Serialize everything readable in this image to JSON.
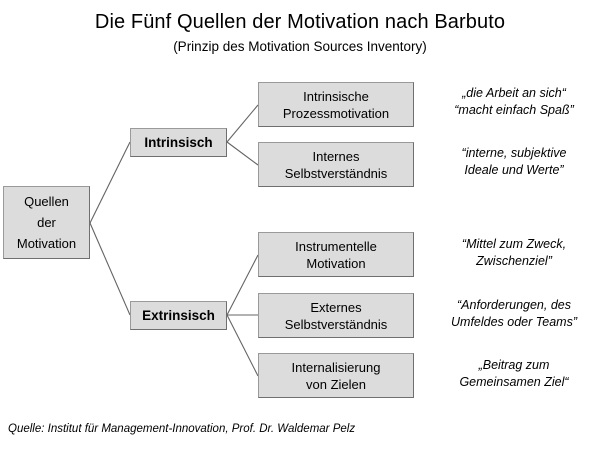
{
  "header": {
    "title": "Die Fünf Quellen der Motivation nach Barbuto",
    "subtitle": "(Prinzip des Motivation Sources Inventory)"
  },
  "diagram": {
    "root": {
      "label": "Quellen der Motivation",
      "line1": "Quellen",
      "line2": "der",
      "line3": "Motivation"
    },
    "branches": [
      {
        "label": "Intrinsisch"
      },
      {
        "label": "Extrinsisch"
      }
    ],
    "leaves": [
      {
        "line1": "Intrinsische",
        "line2": "Prozessmotivation",
        "branch": "Intrinsisch"
      },
      {
        "line1": "Internes",
        "line2": "Selbstverständnis",
        "branch": "Intrinsisch"
      },
      {
        "line1": "Instrumentelle",
        "line2": "Motivation",
        "branch": "Extrinsisch"
      },
      {
        "line1": "Externes",
        "line2": "Selbstverständnis",
        "branch": "Extrinsisch"
      },
      {
        "line1": "Internalisierung",
        "line2": "von Zielen",
        "branch": "Extrinsisch"
      }
    ],
    "notes": [
      {
        "line1": "„die Arbeit an sich“",
        "line2": "“macht einfach Spaß”"
      },
      {
        "line1": "“interne, subjektive",
        "line2": "Ideale und Werte”"
      },
      {
        "line1": "“Mittel zum Zweck,",
        "line2": "Zwischenziel”"
      },
      {
        "line1": "“Anforderungen, des",
        "line2": "Umfeldes oder Teams”"
      },
      {
        "line1": "„Beitrag zum",
        "line2": "Gemeinsamen Ziel“"
      }
    ]
  },
  "footer": {
    "source": "Quelle: Institut für Management-Innovation, Prof. Dr. Waldemar Pelz"
  },
  "colors": {
    "box_fill": "#dcdcdc",
    "box_border": "#9a9a9a",
    "connector": "#646464",
    "text": "#000000",
    "background": "#ffffff"
  }
}
